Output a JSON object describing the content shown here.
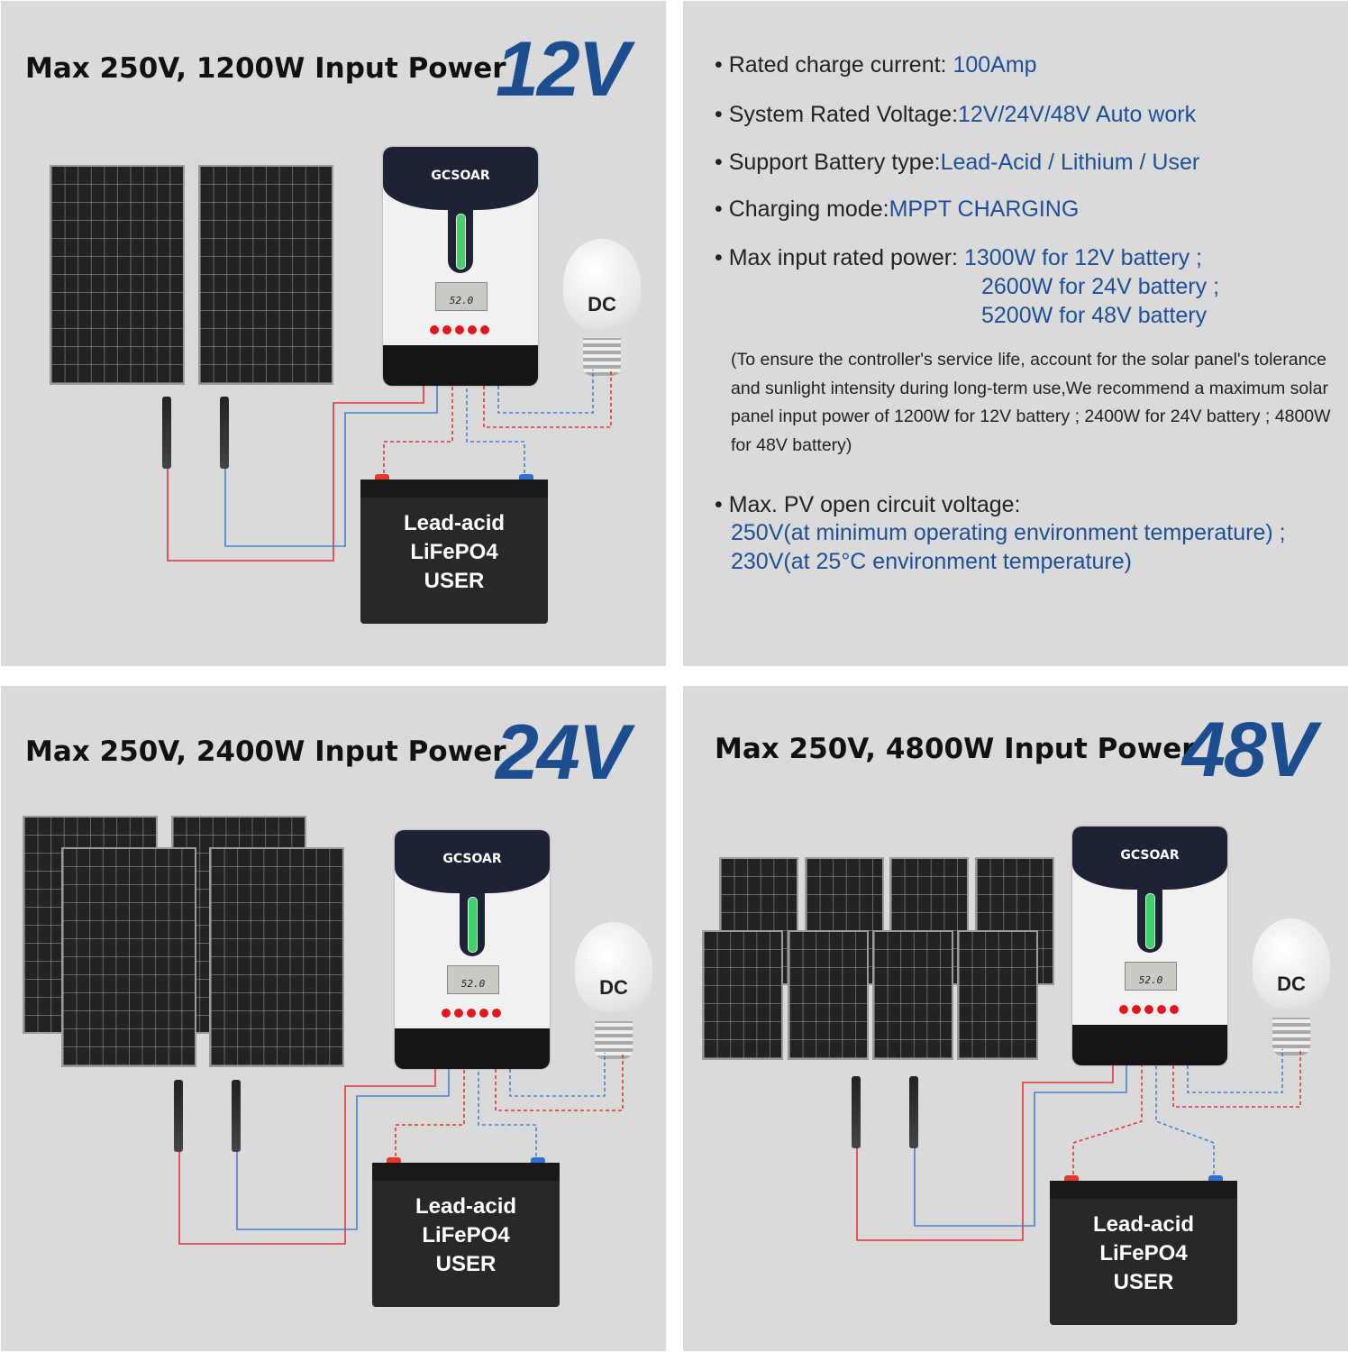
{
  "diagrams": [
    {
      "title": "Max 250V, 1200W Input Power",
      "voltage": "12V"
    },
    {
      "title": "Max 250V, 2400W Input Power",
      "voltage": "24V"
    },
    {
      "title": "Max 250V, 4800W Input Power",
      "voltage": "48V"
    }
  ],
  "controller": {
    "brand": "GCSOAR",
    "lcd": "52.0",
    "button_count": 5
  },
  "load": {
    "label": "DC"
  },
  "battery": {
    "types": [
      "Lead-acid",
      "LiFePO4",
      "USER"
    ]
  },
  "specs": [
    {
      "label": "Rated charge current: ",
      "value": "100Amp"
    },
    {
      "label": "System Rated Voltage:",
      "value": "12V/24V/48V Auto work"
    },
    {
      "label": "Support Battery type:",
      "value": "Lead-Acid / Lithium / User"
    },
    {
      "label": "Charging mode:",
      "value": "MPPT CHARGING"
    },
    {
      "label": "Max input rated power: ",
      "values": [
        "1300W for 12V battery ;",
        "2600W for 24V battery ;",
        "5200W for 48V battery"
      ]
    }
  ],
  "note": "(To ensure the controller's service life, account for the solar panel's tolerance and sunlight intensity during long-term use,We recommend a maximum solar panel input power of 1200W for 12V battery ;  2400W for 24V battery ;  4800W for 48V battery)",
  "pv_voltage": {
    "label": "Max. PV open circuit voltage:",
    "values": [
      "250V(at minimum operating environment temperature)  ;",
      "230V(at 25°C environment temperature)"
    ]
  },
  "colors": {
    "accent": "#1b4d8f",
    "text_value": "#1f4f94",
    "wire_positive": "#e0383b",
    "wire_negative": "#4a7fd0",
    "background": "#dadada"
  }
}
